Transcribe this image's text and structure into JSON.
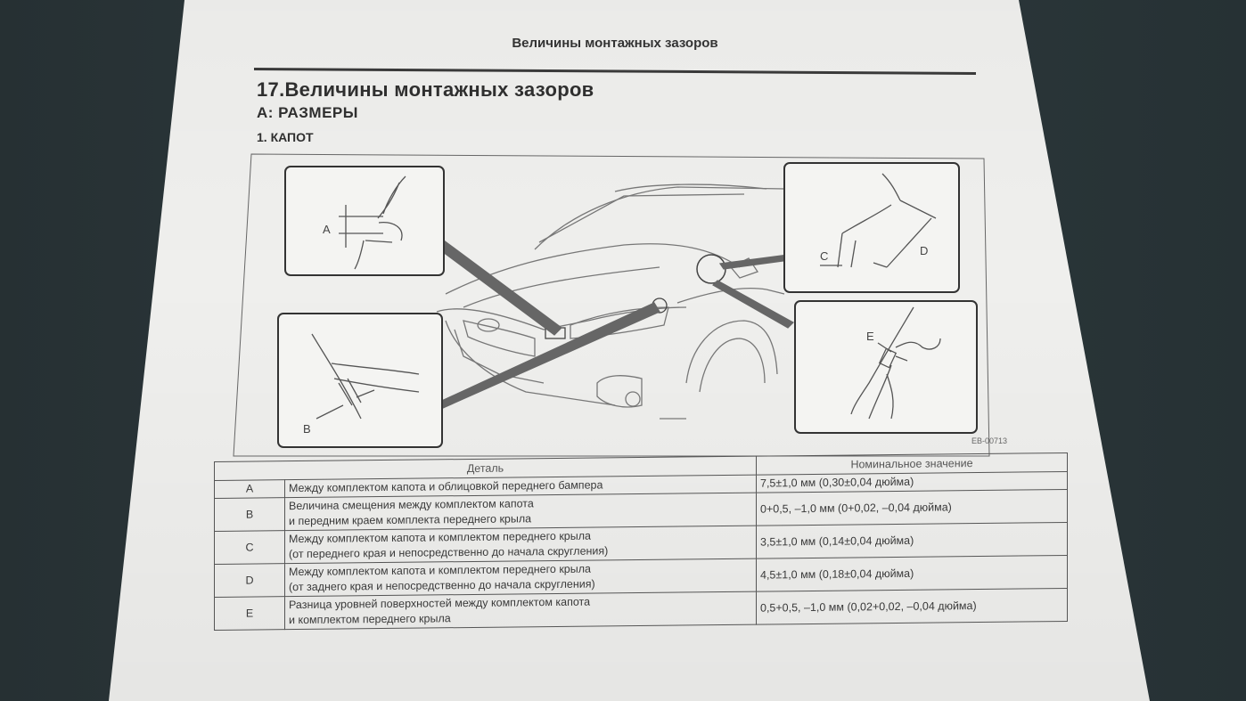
{
  "header": {
    "running_title": "Величины монтажных зазоров"
  },
  "section": {
    "title": "17.Величины монтажных зазоров",
    "subtitle": "А: РАЗМЕРЫ",
    "item": "1. КАПОТ"
  },
  "figure": {
    "id": "EB-00713",
    "labels": {
      "a": "A",
      "b": "B",
      "c": "C",
      "d": "D",
      "e": "E"
    }
  },
  "table": {
    "headers": {
      "part": "Деталь",
      "value": "Номинальное значение"
    },
    "rows": [
      {
        "code": "A",
        "part_lines": [
          "Между комплектом капота и облицовкой переднего бампера"
        ],
        "value": "7,5±1,0 мм (0,30±0,04 дюйма)"
      },
      {
        "code": "B",
        "part_lines": [
          "Величина смещения между комплектом капота",
          "и передним краем комплекта переднего крыла"
        ],
        "value": "0+0,5, –1,0 мм (0+0,02, –0,04 дюйма)"
      },
      {
        "code": "C",
        "part_lines": [
          "Между комплектом капота и комплектом переднего крыла",
          "(от переднего края и непосредственно до начала скругления)"
        ],
        "value": "3,5±1,0 мм (0,14±0,04 дюйма)"
      },
      {
        "code": "D",
        "part_lines": [
          "Между комплектом капота и комплектом переднего крыла",
          "(от заднего края и непосредственно до начала скругления)"
        ],
        "value": "4,5±1,0 мм (0,18±0,04 дюйма)"
      },
      {
        "code": "E",
        "part_lines": [
          "Разница уровней поверхностей между комплектом капота",
          "и комплектом переднего крыла"
        ],
        "value": "0,5+0,5, –1,0 мм (0,02+0,02, –0,04 дюйма)"
      }
    ]
  },
  "colors": {
    "paper": "#efefed",
    "ink": "#3a3a3a",
    "background": "#2a3538"
  }
}
